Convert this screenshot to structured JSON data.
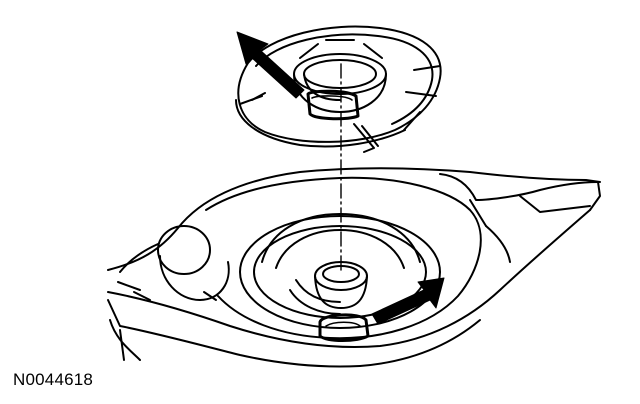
{
  "figure": {
    "id_label": "N0044618",
    "ink_color": "#000000",
    "background_color": "#ffffff"
  },
  "parts": {
    "upper": "spring-isolator",
    "lower": "lower-control-arm-spring-seat"
  },
  "callouts": [
    {
      "name": "upper-arrow-icon",
      "points_to": "isolator-tab"
    },
    {
      "name": "lower-arrow-icon",
      "points_to": "spring-seat-notch"
    }
  ]
}
